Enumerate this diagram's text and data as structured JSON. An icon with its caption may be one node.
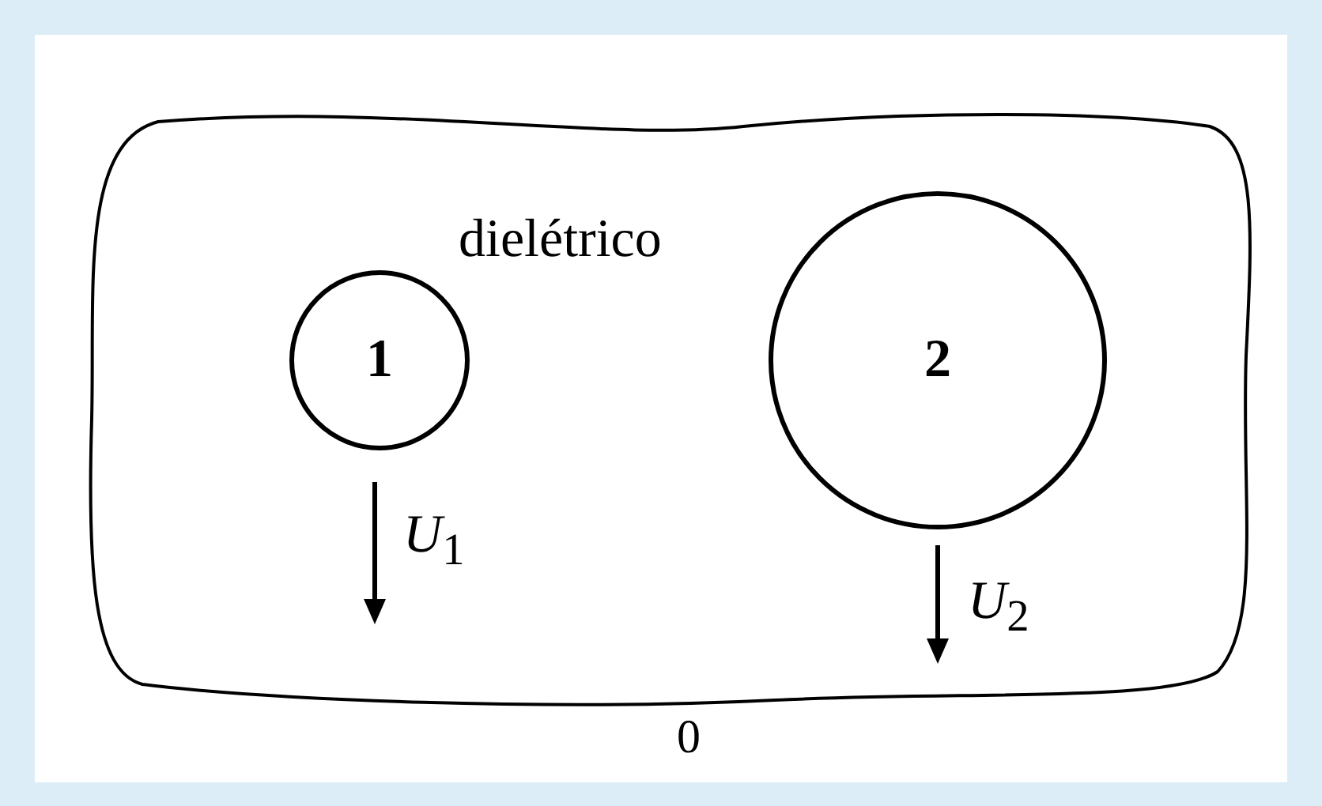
{
  "diagram": {
    "nodes": [
      {
        "text": [
          "dielétrico"
        ],
        "beside": [
          "0"
        ]
      },
      {
        "text": [
          "1"
        ],
        "in": 0
      },
      {
        "text": [
          "2"
        ],
        "in": 0
      }
    ],
    "labels": [
      "*U*$_{1}$",
      "*U*$_{2}$"
    ]
  }
}
